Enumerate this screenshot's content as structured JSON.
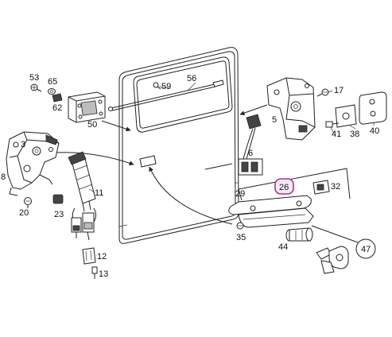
{
  "callouts": {
    "n53": "53",
    "n65": "65",
    "n62": "62",
    "n50": "50",
    "n59": "59",
    "n56": "56",
    "n17": "17",
    "n5": "5",
    "n41": "41",
    "n38": "38",
    "n40": "40",
    "n3": "3",
    "n8": "8",
    "n20": "20",
    "n23": "23",
    "n11": "11",
    "n6": "6",
    "n29": "29",
    "n26": "26",
    "n32": "32",
    "n35": "35",
    "n44": "44",
    "n47": "47",
    "n12": "12",
    "n13": "13"
  },
  "colors": {
    "line": "#222222",
    "highlight": "#b0308f",
    "background": "#ffffff"
  }
}
